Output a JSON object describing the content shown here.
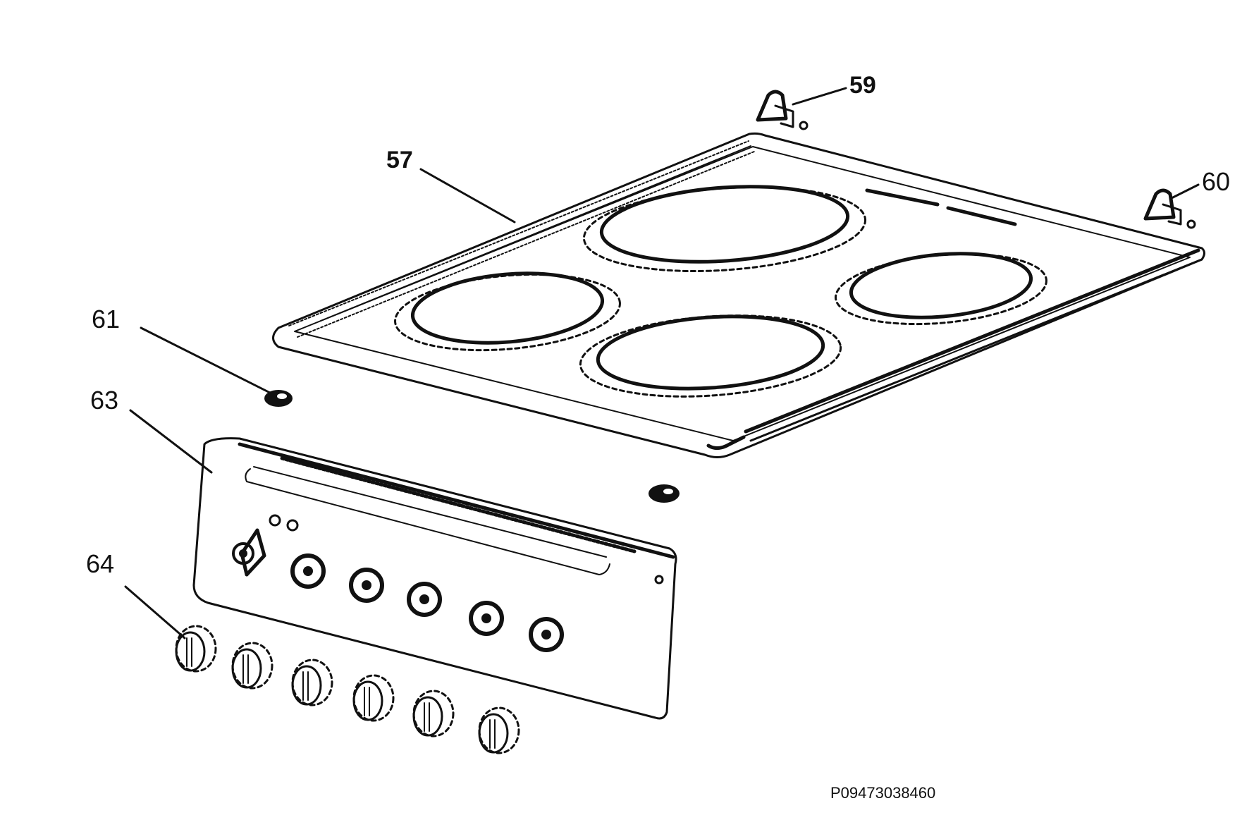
{
  "labels": {
    "part_57": "57",
    "part_59": "59",
    "part_60": "60",
    "part_61": "61",
    "part_63": "63",
    "part_64": "64"
  },
  "drawing_code": "P09473038460",
  "colors": {
    "ink": "#111111",
    "paper": "#ffffff"
  }
}
